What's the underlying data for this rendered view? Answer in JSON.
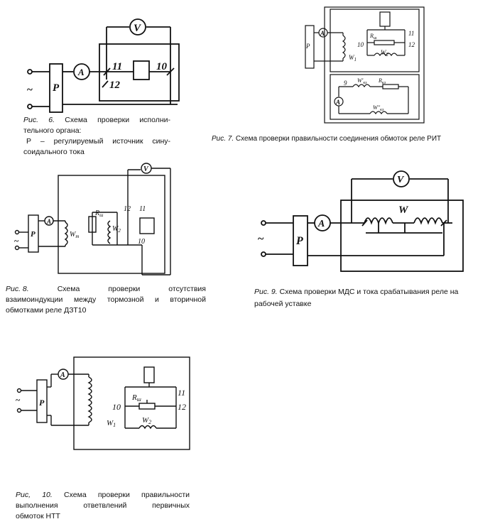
{
  "fig6": {
    "labels": {
      "src": "P",
      "meter_a": "A",
      "meter_v": "V",
      "t11": "11",
      "t12": "12",
      "t10": "10",
      "tilde": "~"
    },
    "caption_num": "Рис. 6.",
    "caption_l1": "Схема проверки исполни-",
    "caption_l2": "тельного органа:",
    "caption_l3": "Р – регулируемый источник сину-",
    "caption_l4": "соидального тока"
  },
  "fig7": {
    "labels": {
      "src": "P",
      "meter_a": "A",
      "meter_a2": "A",
      "w1": "W",
      "w1_sub": "1",
      "w2": "W",
      "w2_sub": "2",
      "rsh": "R",
      "rsh_sub": "ш",
      "t11": "11",
      "t12": "12",
      "t10": "10",
      "t9": "9",
      "wk1": "W'",
      "wk1_sub": "кз",
      "wk2": "W''",
      "wk2_sub": "кз",
      "rk": "R",
      "rk_sub": "кз"
    },
    "caption_num": "Рис. 7.",
    "caption_text": "Схема проверки правильности соединения обмоток реле РИТ"
  },
  "fig8": {
    "labels": {
      "src": "P",
      "meter_a": "A",
      "meter_v": "V",
      "wt": "W",
      "wt_sub": "т",
      "w2": "W",
      "w2_sub": "2",
      "rsh": "R",
      "rsh_sub": "ш",
      "t12": "12",
      "t11": "11",
      "t10": "10",
      "tilde": "~"
    },
    "caption_num": "Рис. 8.",
    "caption_l1_a": "Схема",
    "caption_l1_b": "проверки",
    "caption_l1_c": "отсутствия",
    "caption_l2": "взаимоиндукции между тормозной и вторичной",
    "caption_l3": "обмотками реле ДЗТ10"
  },
  "fig9": {
    "labels": {
      "src": "P",
      "meter_a": "A",
      "meter_v": "V",
      "w": "W",
      "tilde": "~"
    },
    "caption_num": "Рис. 9.",
    "caption_text": "Схема проверки МДС и тока срабатывания реле на рабочей уставке"
  },
  "fig10": {
    "labels": {
      "src": "P",
      "meter_a": "A",
      "w1": "W",
      "w1_sub": "1",
      "w2": "W",
      "w2_sub": "2",
      "rsh": "R",
      "rsh_sub": "ш",
      "t11": "11",
      "t12": "12",
      "t10": "10",
      "tilde": "~"
    },
    "caption_num": "Рис, 10.",
    "caption_l1": "Схема проверки правильности",
    "caption_l2": "выполнения ответвлений первичных",
    "caption_l3": "обмоток НТТ"
  }
}
